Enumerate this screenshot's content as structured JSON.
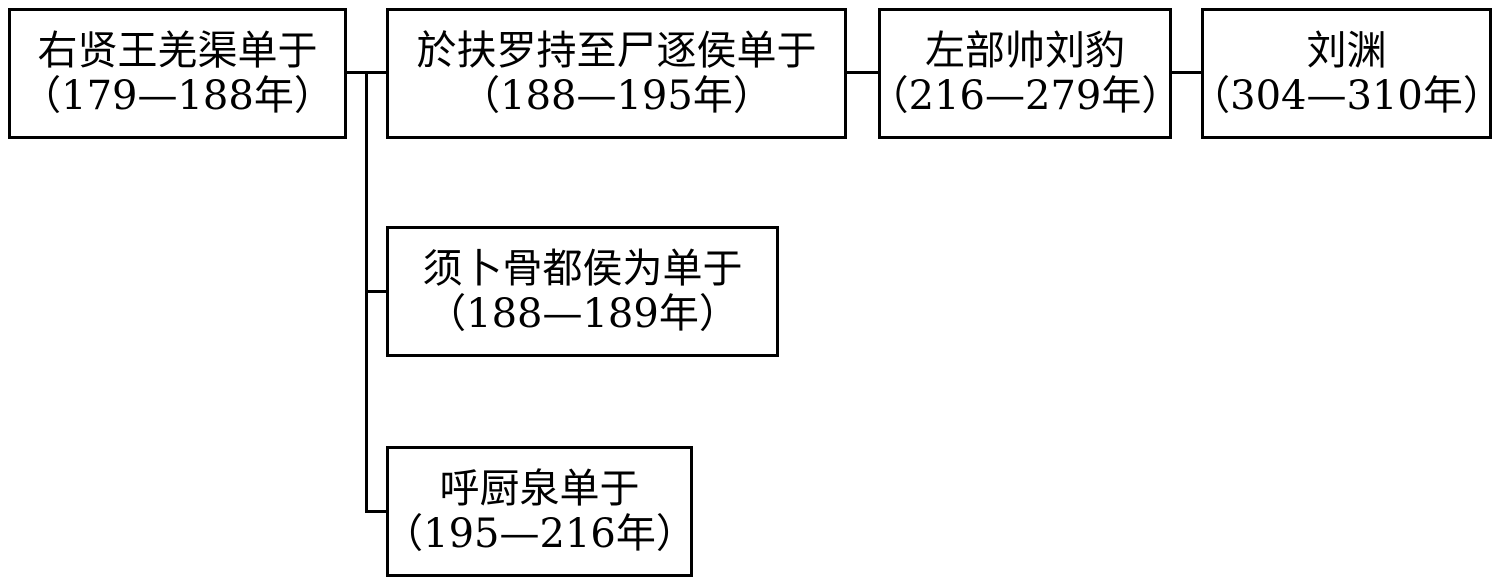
{
  "nodes": {
    "youxian": {
      "name": "右贤王羌渠单于",
      "years": "（179—188年）"
    },
    "yufuluo": {
      "name": "於扶罗持至尸逐侯单于",
      "years": "（188—195年）"
    },
    "xubu": {
      "name": "须卜骨都侯为单于",
      "years": "（188—189年）"
    },
    "huchu": {
      "name": "呼厨泉单于",
      "years": "（195—216年）"
    },
    "liubao": {
      "name": "左部帅刘豹",
      "years": "（216—279年）"
    },
    "liuyuan": {
      "name": "刘渊",
      "years": "（304—310年）"
    }
  }
}
